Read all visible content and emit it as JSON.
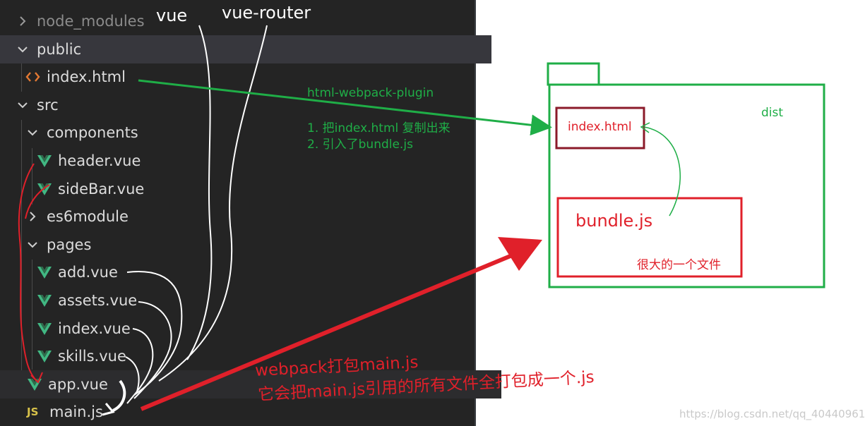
{
  "explorer": {
    "items": [
      {
        "label": "node_modules",
        "kind": "folder",
        "state": "collapsed"
      },
      {
        "label": "public",
        "kind": "folder",
        "state": "expanded"
      },
      {
        "label": "index.html",
        "kind": "html"
      },
      {
        "label": "src",
        "kind": "folder",
        "state": "expanded"
      },
      {
        "label": "components",
        "kind": "folder",
        "state": "expanded"
      },
      {
        "label": "header.vue",
        "kind": "vue"
      },
      {
        "label": "sideBar.vue",
        "kind": "vue"
      },
      {
        "label": "es6module",
        "kind": "folder",
        "state": "collapsed"
      },
      {
        "label": "pages",
        "kind": "folder",
        "state": "expanded"
      },
      {
        "label": "add.vue",
        "kind": "vue"
      },
      {
        "label": "assets.vue",
        "kind": "vue"
      },
      {
        "label": "index.vue",
        "kind": "vue"
      },
      {
        "label": "skills.vue",
        "kind": "vue"
      },
      {
        "label": "app.vue",
        "kind": "vue"
      },
      {
        "label": "main.js",
        "kind": "js"
      }
    ],
    "js_badge": "JS"
  },
  "annotations": {
    "vue": "vue",
    "vue_router": "vue-router",
    "plugin": "html-webpack-plugin",
    "step1": "1. 把index.html 复制出来",
    "step2": "2. 引入了bundle.js",
    "webpack_line1": "webpack打包main.js",
    "webpack_line2": "它会把main.js引用的所有文件全打包成一个.js"
  },
  "dist": {
    "label": "dist",
    "index_file": "index.html",
    "bundle_file": "bundle.js",
    "bundle_note": "很大的一个文件"
  },
  "watermark": "https://blog.csdn.net/qq_40440961",
  "colors": {
    "explorer_bg": "#242424",
    "vue_green": "#41b883",
    "green": "#1fae47",
    "red": "#e0202a",
    "dark_red": "#8b1a2a",
    "js_yellow": "#d9c34a"
  }
}
